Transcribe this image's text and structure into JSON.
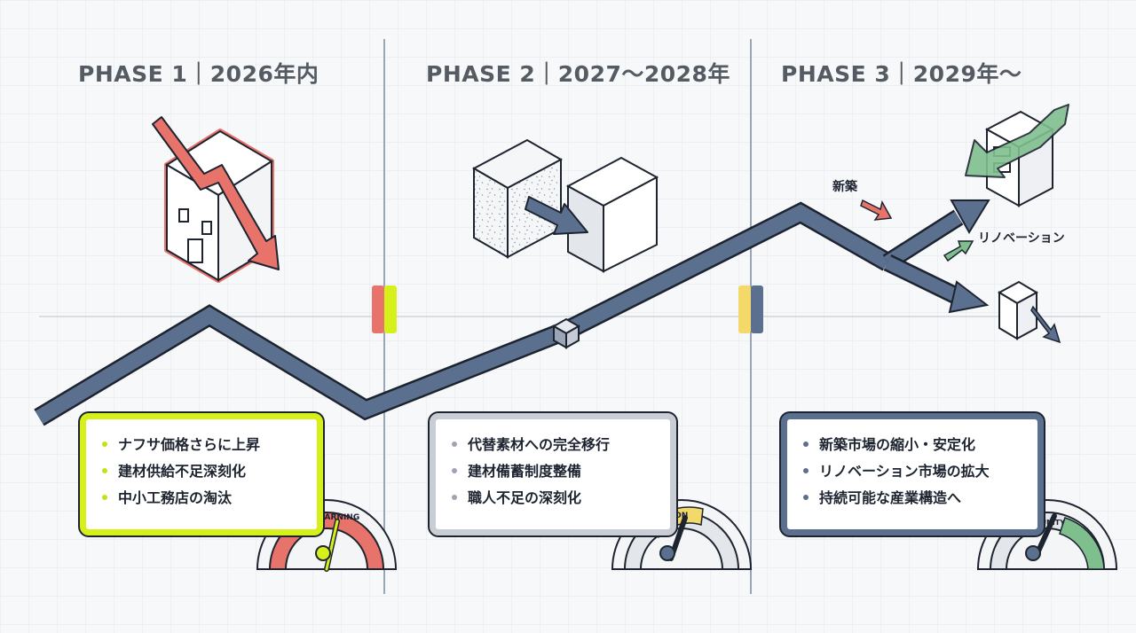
{
  "phases": [
    {
      "title": "PHASE 1｜2026年内",
      "bullets": [
        "ナフサ価格さらに上昇",
        "建材供給不足深刻化",
        "中小工務店の淘汰"
      ],
      "gauge_label": "WARNING"
    },
    {
      "title": "PHASE 2｜2027〜2028年",
      "bullets": [
        "代替素材への完全移行",
        "建材備蓄制度整備",
        "職人不足の深刻化"
      ],
      "gauge_label": "CAUTION"
    },
    {
      "title": "PHASE 3｜2029年〜",
      "bullets": [
        "新築市場の縮小・安定化",
        "リノベーション市場の拡大",
        "持続可能な産業構造へ"
      ],
      "gauge_label": "OPPORTUNITY"
    }
  ],
  "branch_labels": {
    "new_build": "新築",
    "renovation": "リノベーション"
  },
  "colors": {
    "phase1_accent": "#d6f01c",
    "phase2_accent": "#b9bec6",
    "phase3_accent": "#5b708f",
    "warning_red": "#e8736a",
    "caution_yellow": "#f2d96a",
    "opportunity_green": "#7fbf8e",
    "path_fill": "#5b708f",
    "grid": "#dfe3e8"
  },
  "icons": [
    "building-decline-icon",
    "material-substitution-icon",
    "building-growth-icon",
    "small-building-decline-icon",
    "warning-gauge-icon",
    "caution-gauge-icon",
    "opportunity-gauge-icon"
  ]
}
